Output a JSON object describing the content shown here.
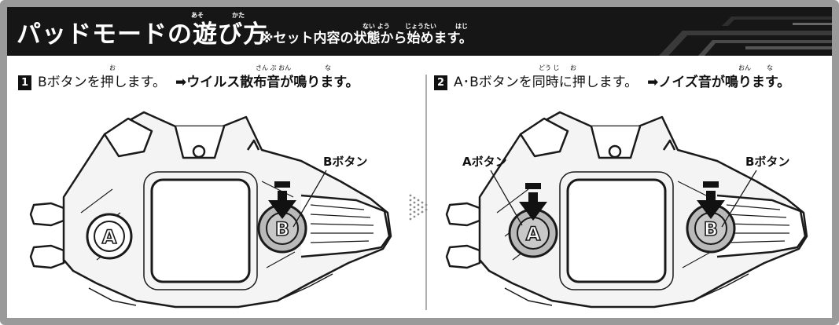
{
  "banner": {
    "title": "パッドモードの遊び方",
    "title_ruby": [
      "あそ",
      "かた"
    ],
    "subtitle": "※セット内容の状態から始めます。",
    "subtitle_ruby": [
      "ない よう",
      "じょうたい",
      "はじ"
    ]
  },
  "steps": [
    {
      "number": "1",
      "instruction": "Bボタンを押します。",
      "result": "➡ウイルス散布音が鳴ります。",
      "ruby": [
        "お",
        "さん ぷ おん",
        "な"
      ],
      "callouts": [
        "Bボタン"
      ]
    },
    {
      "number": "2",
      "instruction": "A･Bボタンを同時に押します。",
      "result": "➡ノイズ音が鳴ります。",
      "ruby": [
        "どう じ",
        "お",
        "おん",
        "な"
      ],
      "callouts": [
        "Aボタン",
        "Bボタン"
      ]
    }
  ],
  "device": {
    "button_a_letter": "A",
    "button_b_letter": "B"
  },
  "colors": {
    "banner_bg": "#161616",
    "frame": "#9a9a9a",
    "button_pressed": "#b9b9b9"
  }
}
